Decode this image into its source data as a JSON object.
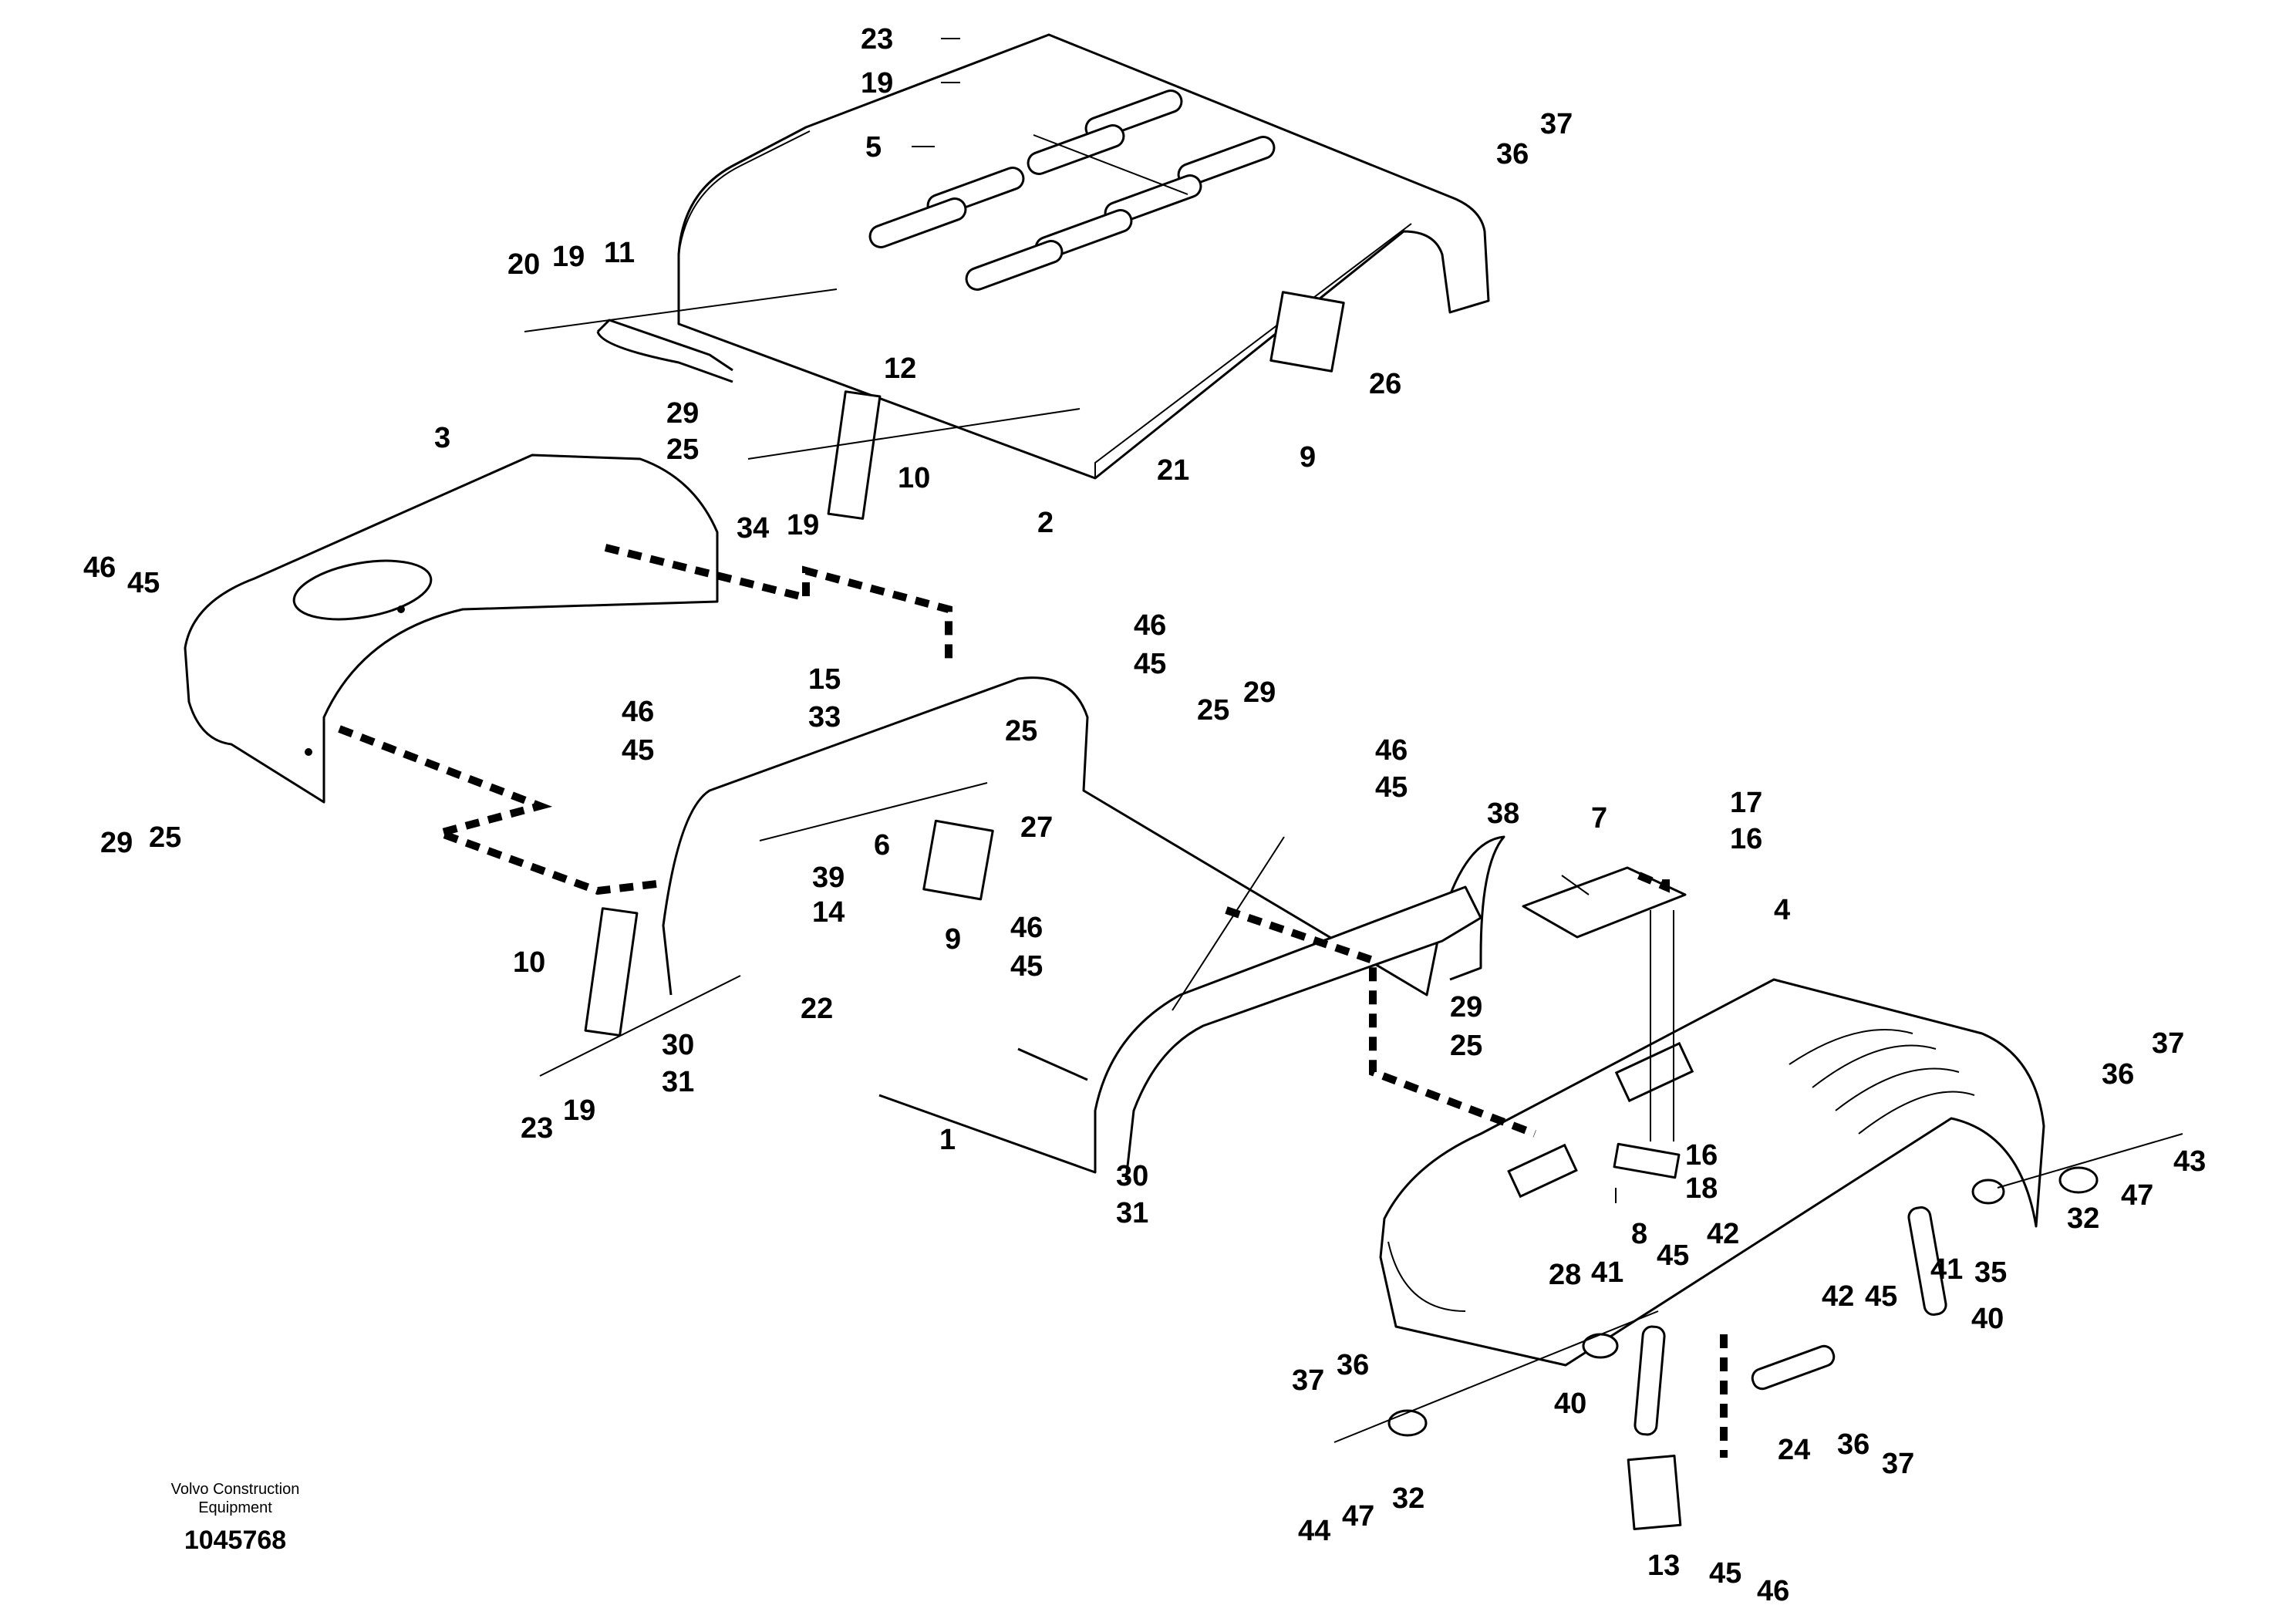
{
  "colors": {
    "line": "#000000",
    "background": "#ffffff"
  },
  "footer": {
    "publisher_line1": "Volvo Construction",
    "publisher_line2": "Equipment",
    "drawing_number": "1045768"
  },
  "callouts": [
    {
      "id": "c23a",
      "label": "23"
    },
    {
      "id": "c19a",
      "label": "19"
    },
    {
      "id": "c5",
      "label": "5"
    },
    {
      "id": "c36a",
      "label": "36"
    },
    {
      "id": "c37a",
      "label": "37"
    },
    {
      "id": "c20",
      "label": "20"
    },
    {
      "id": "c19b",
      "label": "19"
    },
    {
      "id": "c11",
      "label": "11"
    },
    {
      "id": "c12",
      "label": "12"
    },
    {
      "id": "c26",
      "label": "26"
    },
    {
      "id": "c9a",
      "label": "9"
    },
    {
      "id": "c21",
      "label": "21"
    },
    {
      "id": "c2",
      "label": "2"
    },
    {
      "id": "c3",
      "label": "3"
    },
    {
      "id": "c29a",
      "label": "29"
    },
    {
      "id": "c25a",
      "label": "25"
    },
    {
      "id": "c10a",
      "label": "10"
    },
    {
      "id": "c34",
      "label": "34"
    },
    {
      "id": "c19c",
      "label": "19"
    },
    {
      "id": "c46a",
      "label": "46"
    },
    {
      "id": "c45a",
      "label": "45"
    },
    {
      "id": "c29b",
      "label": "29"
    },
    {
      "id": "c25b",
      "label": "25"
    },
    {
      "id": "c46b",
      "label": "46"
    },
    {
      "id": "c45b",
      "label": "45"
    },
    {
      "id": "c15",
      "label": "15"
    },
    {
      "id": "c33",
      "label": "33"
    },
    {
      "id": "c46c",
      "label": "46"
    },
    {
      "id": "c45c",
      "label": "45"
    },
    {
      "id": "c25c",
      "label": "25"
    },
    {
      "id": "c27",
      "label": "27"
    },
    {
      "id": "c6",
      "label": "6"
    },
    {
      "id": "c25d",
      "label": "25"
    },
    {
      "id": "c29c",
      "label": "29"
    },
    {
      "id": "c46d",
      "label": "46"
    },
    {
      "id": "c45d",
      "label": "45"
    },
    {
      "id": "c39",
      "label": "39"
    },
    {
      "id": "c14",
      "label": "14"
    },
    {
      "id": "c9b",
      "label": "9"
    },
    {
      "id": "c10b",
      "label": "10"
    },
    {
      "id": "c22",
      "label": "22"
    },
    {
      "id": "c23b",
      "label": "23"
    },
    {
      "id": "c19d",
      "label": "19"
    },
    {
      "id": "c30a",
      "label": "30"
    },
    {
      "id": "c31a",
      "label": "31"
    },
    {
      "id": "c46e",
      "label": "46"
    },
    {
      "id": "c45e",
      "label": "45"
    },
    {
      "id": "c1",
      "label": "1"
    },
    {
      "id": "c30b",
      "label": "30"
    },
    {
      "id": "c31b",
      "label": "31"
    },
    {
      "id": "c38",
      "label": "38"
    },
    {
      "id": "c7",
      "label": "7"
    },
    {
      "id": "c17",
      "label": "17"
    },
    {
      "id": "c16a",
      "label": "16"
    },
    {
      "id": "c4",
      "label": "4"
    },
    {
      "id": "c29d",
      "label": "29"
    },
    {
      "id": "c25e",
      "label": "25"
    },
    {
      "id": "c16b",
      "label": "16"
    },
    {
      "id": "c18",
      "label": "18"
    },
    {
      "id": "c8",
      "label": "8"
    },
    {
      "id": "c36b",
      "label": "36"
    },
    {
      "id": "c37b",
      "label": "37"
    },
    {
      "id": "c32a",
      "label": "32"
    },
    {
      "id": "c47a",
      "label": "47"
    },
    {
      "id": "c43",
      "label": "43"
    },
    {
      "id": "c41a",
      "label": "41"
    },
    {
      "id": "c35",
      "label": "35"
    },
    {
      "id": "c42a",
      "label": "42"
    },
    {
      "id": "c45f",
      "label": "45"
    },
    {
      "id": "c40a",
      "label": "40"
    },
    {
      "id": "c28",
      "label": "28"
    },
    {
      "id": "c41b",
      "label": "41"
    },
    {
      "id": "c45g",
      "label": "45"
    },
    {
      "id": "c42b",
      "label": "42"
    },
    {
      "id": "c37c",
      "label": "37"
    },
    {
      "id": "c36c",
      "label": "36"
    },
    {
      "id": "c40b",
      "label": "40"
    },
    {
      "id": "c24",
      "label": "24"
    },
    {
      "id": "c36d",
      "label": "36"
    },
    {
      "id": "c37d",
      "label": "37"
    },
    {
      "id": "c44",
      "label": "44"
    },
    {
      "id": "c47b",
      "label": "47"
    },
    {
      "id": "c32b",
      "label": "32"
    },
    {
      "id": "c13",
      "label": "13"
    },
    {
      "id": "c45h",
      "label": "45"
    },
    {
      "id": "c46f",
      "label": "46"
    }
  ]
}
